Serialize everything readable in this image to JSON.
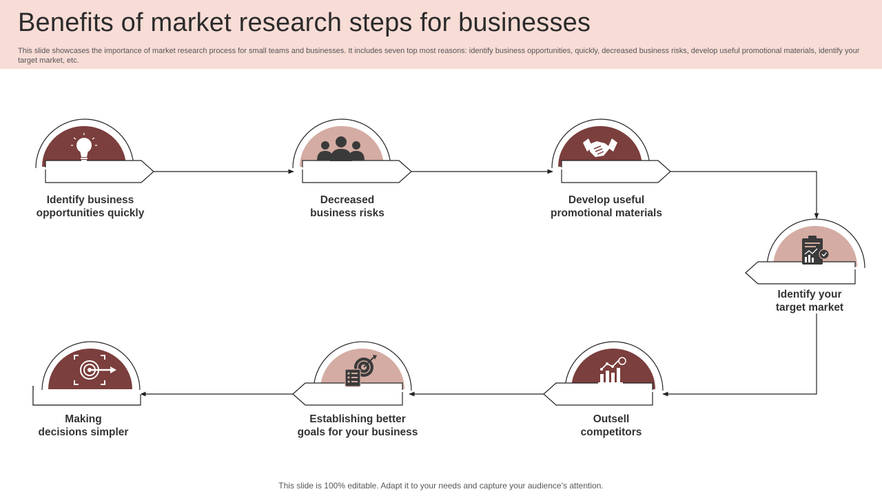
{
  "header": {
    "title": "Benefits of market research steps for businesses",
    "subtitle": "This slide showcases the importance of market research process for small teams and businesses. It includes seven top most reasons: identify business opportunities,  quickly, decreased business risks, develop useful promotional materials, identify your target market, etc."
  },
  "colors": {
    "dark": "#7b3f3d",
    "light": "#d4aca3",
    "header_bg": "#f8dcd6"
  },
  "steps": [
    {
      "line1": "Identify business",
      "line2": "opportunities quickly",
      "icon": "lightbulb-icon",
      "tone": "dark"
    },
    {
      "line1": "Decreased",
      "line2": "business risks",
      "icon": "team-icon",
      "tone": "light"
    },
    {
      "line1": "Develop useful",
      "line2": "promotional materials",
      "icon": "handshake-icon",
      "tone": "dark"
    },
    {
      "line1": "Identify your",
      "line2": "target market",
      "icon": "clipboard-chart-icon",
      "tone": "light"
    },
    {
      "line1": "Outsell",
      "line2": "competitors",
      "icon": "growth-chart-icon",
      "tone": "dark"
    },
    {
      "line1": "Establishing better",
      "line2": "goals for your business",
      "icon": "target-checklist-icon",
      "tone": "light"
    },
    {
      "line1": "Making",
      "line2": "decisions simpler",
      "icon": "target-arrow-icon",
      "tone": "dark"
    }
  ],
  "footer": {
    "note": "This slide is 100% editable. Adapt it to your needs and capture your audience’s attention."
  }
}
